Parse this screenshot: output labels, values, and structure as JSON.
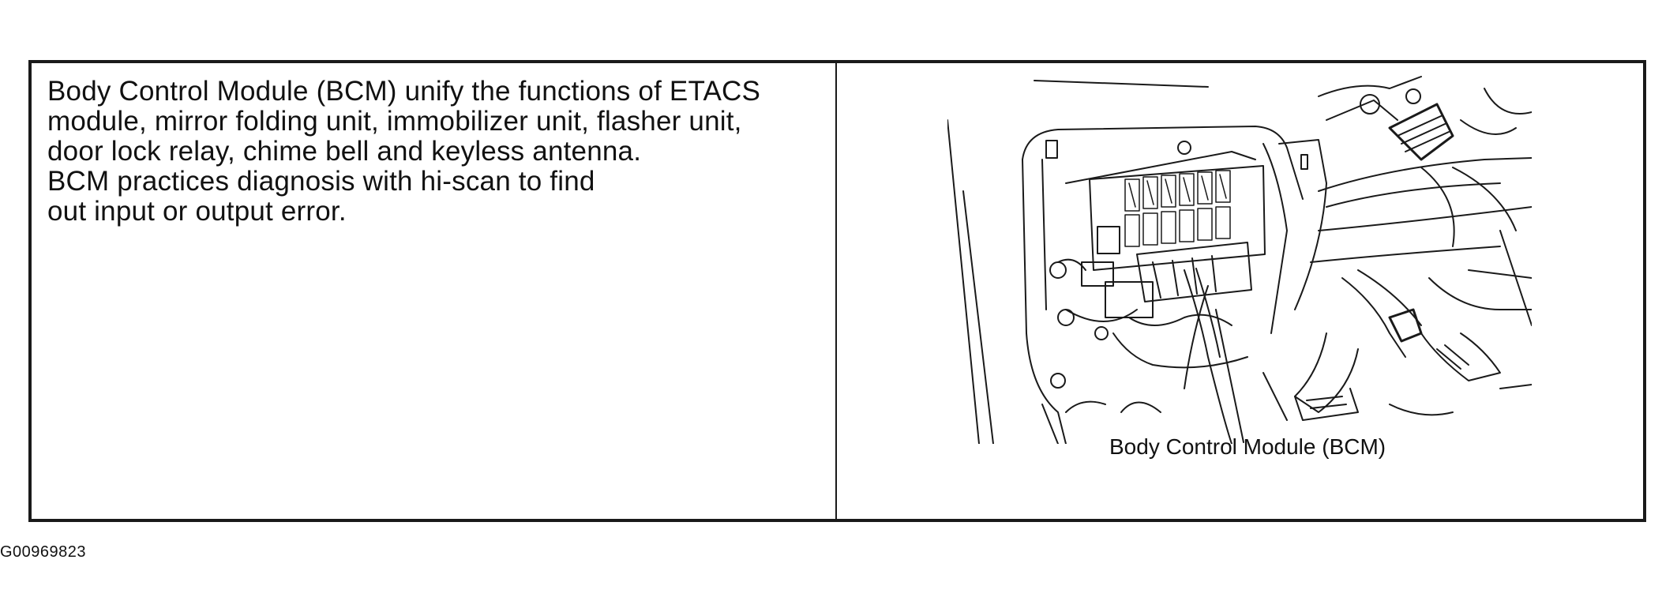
{
  "description": {
    "lines": [
      "Body Control Module (BCM) unify the functions of ETACS",
      "module, mirror folding unit, immobilizer unit, flasher unit,",
      "door lock relay, chime bell and keyless antenna.",
      "BCM practices diagnosis with hi-scan to find",
      "out input or output error."
    ]
  },
  "figure": {
    "caption": "Body Control Module (BCM)"
  },
  "figure_id": "G00969823"
}
